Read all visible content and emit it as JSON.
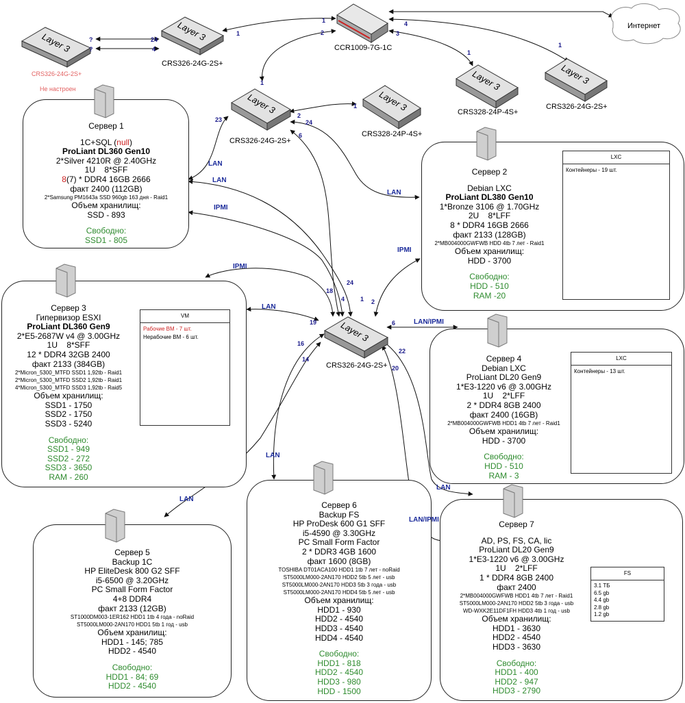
{
  "devices": {
    "router": "CCR1009-7G-1C",
    "sw_top_left": "CRS326-24G-2S+",
    "sw_unconfigured": "CRS326-24G-2S+",
    "sw_unconfigured_note": "Не настроен",
    "sw_mid": "CRS326-24G-2S+",
    "sw_mid_right": "CRS328-24P-4S+",
    "sw_right1": "CRS328-24P-4S+",
    "sw_right2": "CRS326-24G-2S+",
    "sw_core": "CRS326-24G-2S+",
    "cloud": "Интернет",
    "switch_face": "Layer 3"
  },
  "ports": {
    "r1": "1",
    "r2": "2",
    "r3": "3",
    "r4": "4",
    "tl_r": "1",
    "tl_24": "24",
    "tl_4": "4",
    "q1": "?",
    "q2": "?",
    "sr1_1": "1",
    "sr2_1": "1",
    "mid_1": "1",
    "mid_23": "23",
    "mid_2": "2",
    "mid_24": "24",
    "mid_6": "6",
    "mr_1": "1",
    "c18": "18",
    "c4": "4",
    "c24": "24",
    "c1": "1",
    "c2": "2",
    "c6": "6",
    "c19": "19",
    "c16": "16",
    "c14": "14",
    "c22": "22",
    "c20": "20"
  },
  "links": {
    "lan": "LAN",
    "ipmi": "IPMI",
    "lan_ipmi": "LAN/IPMI"
  },
  "server1": {
    "title": "Сервер 1",
    "role_pre": "1С+SQL (",
    "role_null": "null",
    "role_post": ")",
    "model": "ProLiant DL360 Gen10",
    "cpu": "2*Silver 4210R @ 2.40GHz",
    "form": "1U    8*SFF",
    "ram_red": "8",
    "ram_rest": "(7) * DDR4 16GB 2666",
    "ram_fact": "факт 2400 (112GB)",
    "disk1": "2*Samsung PM1643a SSD 960gb 163 дня - Raid1",
    "storage_h": "Объем хранилищ:",
    "st1": "SSD - 893",
    "free_h": "Свободно:",
    "free1": "SSD1 - 805"
  },
  "server2": {
    "title": "Сервер 2",
    "os": "Debian LXC",
    "model": "ProLiant DL380 Gen10",
    "cpu": "1*Bronze 3106 @ 1.70GHz",
    "form": "2U    8*LFF",
    "ram": "8 * DDR4 16GB 2666",
    "ram_fact": "факт 2133 (128GB)",
    "disk1": "2*MB004000GWFWB HDD 4tb 7 лет - Raid1",
    "storage_h": "Объем хранилищ:",
    "st1": "HDD - 3700",
    "free_h": "Свободно:",
    "free1": "HDD - 510",
    "free2": "RAM -20",
    "panel_title": "LXC",
    "panel_line1": "Контейнеры - 19 шт."
  },
  "server3": {
    "title": "Сервер 3",
    "os": "Гипервизор ESXI",
    "model": "ProLiant DL360 Gen9",
    "cpu": "2*E5-2687W v4 @ 3.00GHz",
    "form": "1U    8*SFF",
    "ram": "12 * DDR4 32GB 2400",
    "ram_fact": "факт 2133 (384GB)",
    "disk1": "2*Micron_5300_MTFD SSD1 1,92tb - Raid1",
    "disk2": "2*Micron_5300_MTFD SSD2 1,92tb - Raid1",
    "disk3": "4*Micron_5300_MTFD SSD3 1,92tb - Raid5",
    "storage_h": "Объем хранилищ:",
    "st1": "SSD1 - 1750",
    "st2": "SSD2 - 1750",
    "st3": "SSD3 - 5240",
    "free_h": "Свободно:",
    "free1": "SSD1 - 949",
    "free2": "SSD2 - 272",
    "free3": "SSD3 - 3650",
    "free4": "RAM - 260",
    "panel_title": "VM",
    "panel_line1": "Рабочие ВМ - 7 шт.",
    "panel_line2": "Нерабочие ВМ - 6 шт."
  },
  "server4": {
    "title": "Сервер 4",
    "os": "Debian LXC",
    "model": "ProLiant DL20 Gen9",
    "cpu": "1*E3-1220 v6 @ 3.00GHz",
    "form": "1U    2*LFF",
    "ram": "2 * DDR4 8GB 2400",
    "ram_fact": "факт 2400 (16GB)",
    "disk1": "2*MB004000GWFWB HDD1 4tb 7 лет - Raid1",
    "storage_h": "Объем хранилищ:",
    "st1": "HDD - 3700",
    "free_h": "Свободно:",
    "free1": "HDD - 510",
    "free2": "RAM - 3",
    "panel_title": "LXC",
    "panel_line1": "Контейнеры - 13 шт."
  },
  "server5": {
    "title": "Сервер 5",
    "role": "Backup 1C",
    "model": "HP EliteDesk 800 G2 SFF",
    "cpu": "i5-6500 @ 3.20GHz",
    "form": "PC Small Form Factor",
    "ram": "4+8 DDR4",
    "ram_fact": "факт 2133 (12GB)",
    "disk1": "ST1000DM003-1ER162 HDD1 1tb 4 года - noRaid",
    "disk2": "ST5000LM000-2AN170 HDD1 5tb 1 год - usb",
    "storage_h": "Объем хранилищ:",
    "st1": "HDD1 - 145; 785",
    "st2": "HDD2 - 4540",
    "free_h": "Свободно:",
    "free1": "HDD1 - 84; 69",
    "free2": "HDD2 - 4540"
  },
  "server6": {
    "title": "Сервер 6",
    "role": "Backup FS",
    "model": "HP ProDesk 600 G1 SFF",
    "cpu": "i5-4590 @ 3.30GHz",
    "form": "PC Small Form Factor",
    "ram": "2 * DDR3 4GB 1600",
    "ram_fact": "факт 1600 (8GB)",
    "disk1": "TOSHIBA DT01ACA100 HDD1 1tb 7 лет - noRaid",
    "disk2": "ST5000LM000-2AN170 HDD2 5tb 5 лет - usb",
    "disk3": "ST5000LM000-2AN170 HDD3 5tb 3 года - usb",
    "disk4": "ST5000LM000-2AN170 HDD4 5tb 5 лет - usb",
    "storage_h": "Объем хранилищ:",
    "st1": "HDD1 - 930",
    "st2": "HDD2 - 4540",
    "st3": "HDD3 - 4540",
    "st4": "HDD4 - 4540",
    "free_h": "Свободно:",
    "free1": "HDD1 - 818",
    "free2": "HDD2 - 4540",
    "free3": "HDD3 - 980",
    "free4": "HDD - 1500"
  },
  "server7": {
    "title": "Сервер 7",
    "role": "AD, PS, FS, CA, lic",
    "model": "ProLiant DL20 Gen9",
    "cpu": "1*E3-1220 v6 @ 3.00GHz",
    "form": "1U    2*LFF",
    "ram": "1 * DDR4 8GB 2400",
    "ram_fact": "факт 2400",
    "disk1": "2*MB004000GWFWB HDD1 4tb 7 лет - Raid1",
    "disk2": "ST5000LM000-2AN170 HDD2 5tb 3 года - usb",
    "disk3": "WD-WXK2E11DF1FH HDD3 4tb 1 год - usb",
    "storage_h": "Объем хранилищ:",
    "st1": "HDD1 - 3630",
    "st2": "HDD2 - 4540",
    "st3": "HDD3 - 3630",
    "free_h": "Свободно:",
    "free1": "HDD1 - 400",
    "free2": "HDD2 - 947",
    "free3": "HDD3 - 2790",
    "panel_title": "FS",
    "panel_lines": [
      "3.1 ТБ",
      "6.5 gb",
      "4.4 gb",
      "2.8 gb",
      "1.2 gb"
    ]
  }
}
